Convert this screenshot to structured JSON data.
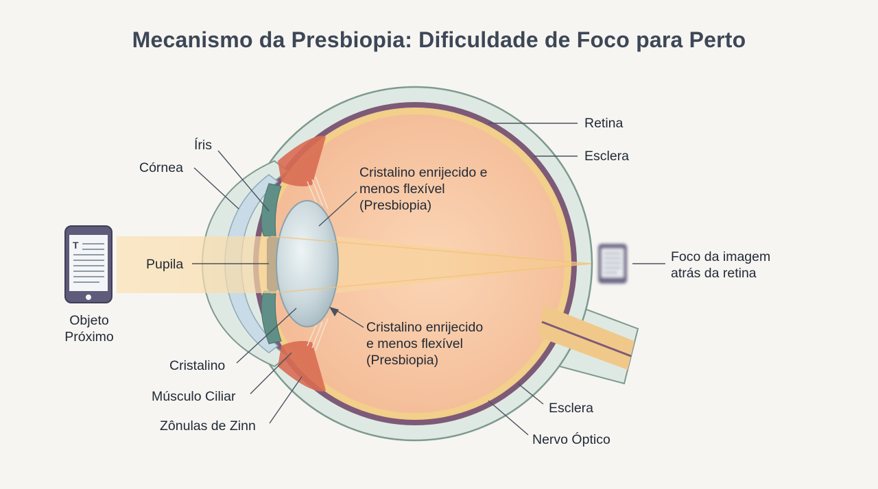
{
  "title": "Mecanismo da Presbiopia: Dificuldade de Foco para Perto",
  "labels": {
    "retina": "Retina",
    "esclera_top": "Esclera",
    "iris": "Íris",
    "cornea": "Córnea",
    "cristalino_upper": [
      "Cristalino enrijecido e",
      "menos flexível",
      "(Presbiopia)"
    ],
    "pupila": "Pupila",
    "foco": [
      "Foco da imagem",
      "atrás da retina"
    ],
    "objeto": [
      "Objeto",
      "Próximo"
    ],
    "cristalino_lower": [
      "Cristalino enrijecido",
      "e menos flexível",
      "(Presbiopia)"
    ],
    "cristalino": "Cristalino",
    "musculo_ciliar": "Músculo Ciliar",
    "zonulas": "Zônulas de Zinn",
    "esclera_bottom": "Esclera",
    "nervo_optico": "Nervo Óptico"
  },
  "icons": {
    "near_object": "tablet-icon",
    "blurred_image": "blurred-tablet-icon",
    "tablet_letter": "T"
  },
  "colors": {
    "sclera": "#dfe9e3",
    "choroid": "#7d5a78",
    "retina": "#f2cf8a",
    "vitreous": "#f7c8a4",
    "lens": "#c8d6dc",
    "iris": "#5f8f86",
    "ciliary": "#d96b52",
    "light_beam": "#f9d9a0",
    "optic_nerve": "#f0c98a"
  }
}
